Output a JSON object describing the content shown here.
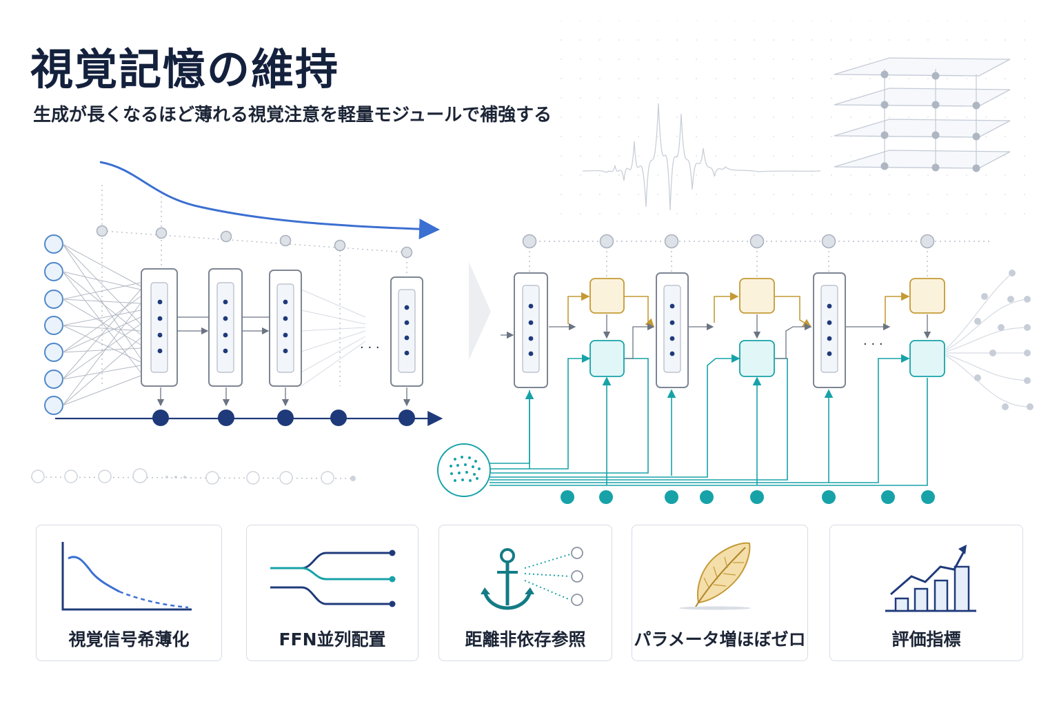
{
  "header": {
    "title": "視覚記憶の維持",
    "subtitle": "生成が長くなるほど薄れる視覚注意を軽量モジュールで補強する"
  },
  "cards": [
    {
      "label": "視覚信号希薄化",
      "icon": "decay-curve-icon"
    },
    {
      "label": "FFN並列配置",
      "icon": "parallel-branches-icon"
    },
    {
      "label": "距離非依存参照",
      "icon": "anchor-icon"
    },
    {
      "label": "パラメータ増ほぼゼロ",
      "icon": "feather-icon"
    },
    {
      "label": "評価指標",
      "icon": "bar-chart-trend-icon"
    }
  ],
  "diagram": {
    "ellipsis": "· · ·"
  },
  "colors": {
    "navy": "#1f3a7a",
    "blue": "#3b6fd1",
    "teal": "#17a2a8",
    "gold": "#c49a35",
    "gold_fill": "#fbf2dc",
    "teal_fill": "#e0f6f7",
    "gray": "#aeb6c2"
  }
}
